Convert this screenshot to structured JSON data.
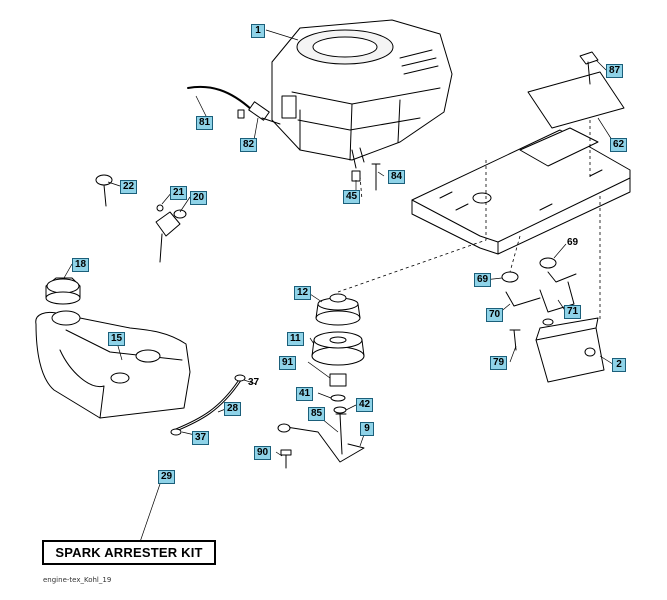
{
  "diagram": {
    "callouts": {
      "c1": "1",
      "c81": "81",
      "c82": "82",
      "c84": "84",
      "c45": "45",
      "c87": "87",
      "c62": "62",
      "c22": "22",
      "c21": "21",
      "c20": "20",
      "c18": "18",
      "c15": "15",
      "c12": "12",
      "c11": "11",
      "c91": "91",
      "c41": "41",
      "c42": "42",
      "c85": "85",
      "c9": "9",
      "c90": "90",
      "c37a": "37",
      "c28": "28",
      "c37b": "37",
      "c29": "29",
      "c69a": "69",
      "c69b": "69",
      "c70": "70",
      "c71": "71",
      "c79": "79",
      "c2": "2"
    },
    "kit_label": "SPARK ARRESTER KIT",
    "caption": "engine-tex_Kohl_19"
  },
  "colors": {
    "callout_fill": "#8fd3e8",
    "callout_border": "#1b5f7a",
    "line": "#000000"
  }
}
